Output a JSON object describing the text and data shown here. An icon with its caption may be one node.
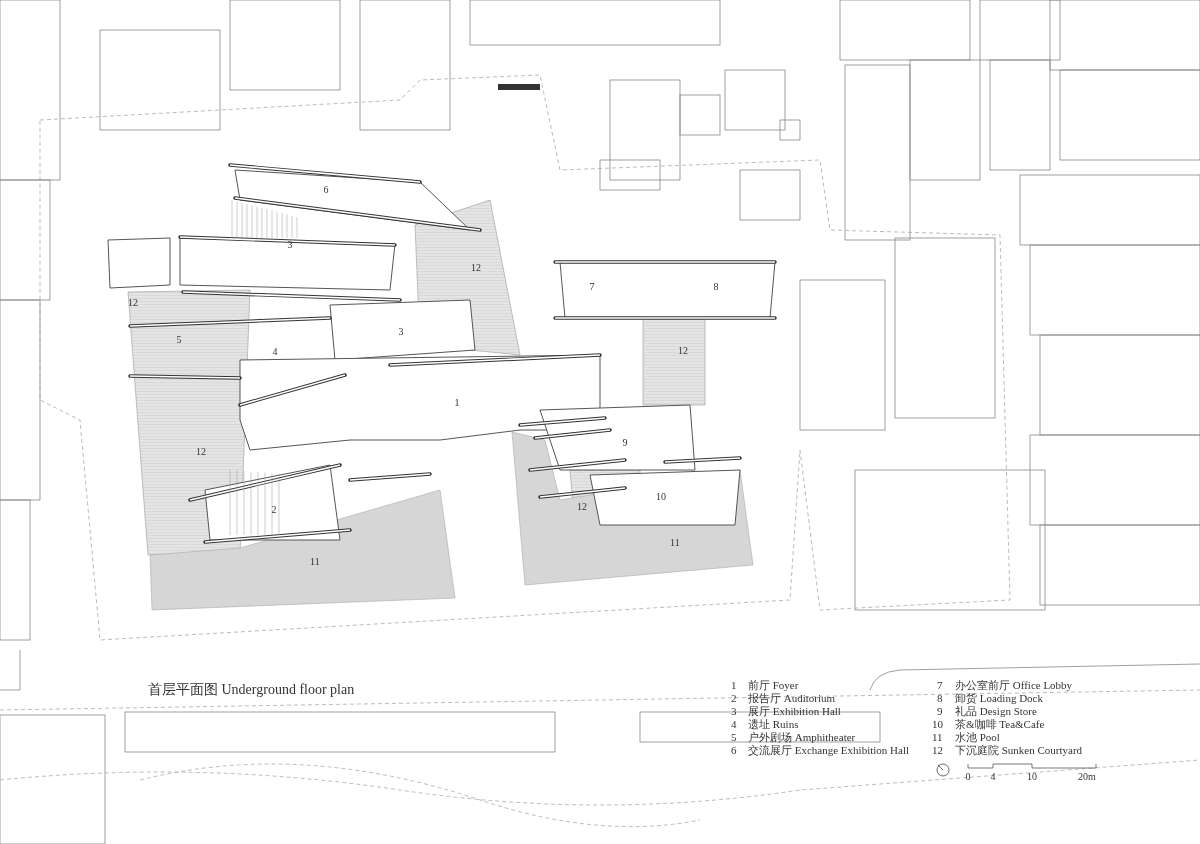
{
  "diagram": {
    "title": "首层平面图 Underground floor plan",
    "labels": [
      "6",
      "3",
      "12",
      "7",
      "8",
      "12",
      "3",
      "5",
      "4",
      "12",
      "1",
      "9",
      "12",
      "10",
      "2",
      "12",
      "11",
      "11",
      "1",
      "前厅 Foyer",
      "2",
      "报告厅 Auditorium",
      "3",
      "展厅 Exhibition Hall",
      "4",
      "遗址 Ruins",
      "5",
      "户外剧场 Amphitheater",
      "6",
      "交流展厅 Exchange Exhibition Hall",
      "7",
      "办公室前厅 Office Lobby",
      "8",
      "卸货 Loading Dock",
      "9",
      "礼品 Design Store",
      "10",
      "茶&咖啡 Tea&Cafe",
      "11",
      "水池 Pool",
      "12",
      "下沉庭院 Sunken Courtyard",
      "0",
      "4",
      "10",
      "20m"
    ]
  }
}
